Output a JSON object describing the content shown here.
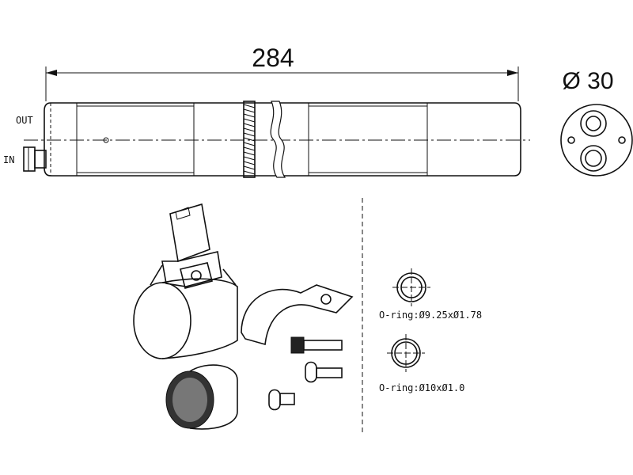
{
  "drawing": {
    "length_dimension": "284",
    "diameter_dimension": "Ø 30",
    "port_out_label": "OUT",
    "port_in_label": "IN",
    "oring_1_label": "O-ring:Ø9.25xØ1.78",
    "oring_2_label": "O-ring:Ø10xØ1.0"
  },
  "colors": {
    "line": "#111111",
    "background": "#ffffff"
  }
}
